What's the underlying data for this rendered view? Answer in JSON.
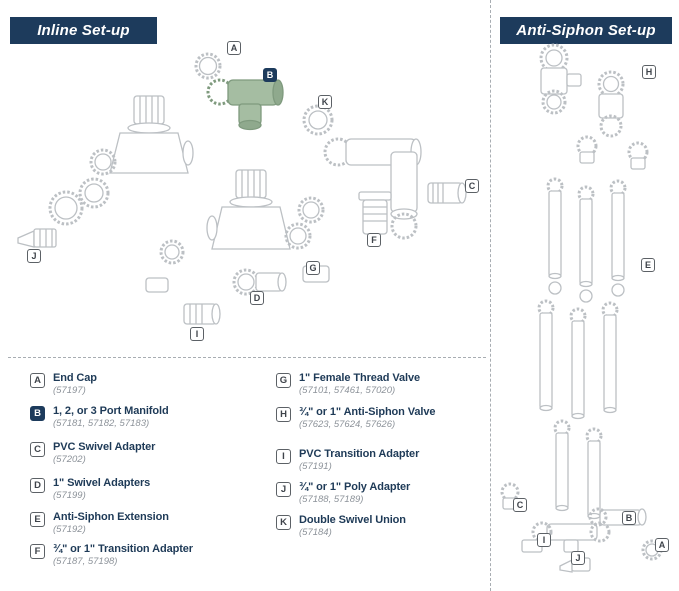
{
  "left": {
    "title": "Inline Set-up",
    "markers": {
      "a": "A",
      "b": "B",
      "k": "K",
      "c": "C",
      "f": "F",
      "j": "J",
      "g": "G",
      "d": "D",
      "i": "I"
    }
  },
  "right": {
    "title": "Anti-Siphon Set-up",
    "markers": {
      "h": "H",
      "e": "E",
      "c": "C",
      "b": "B",
      "i": "I",
      "j": "J",
      "a": "A"
    }
  },
  "legend": {
    "col1": [
      {
        "letter": "A",
        "name": "End Cap",
        "numbers": "(57197)",
        "highlight": false
      },
      {
        "letter": "B",
        "name": "1, 2, or 3 Port Manifold",
        "numbers": "(57181, 57182, 57183)",
        "highlight": true
      },
      {
        "letter": "C",
        "name": "PVC Swivel Adapter",
        "numbers": "(57202)",
        "highlight": false
      },
      {
        "letter": "D",
        "name": "1\" Swivel Adapters",
        "numbers": "(57199)",
        "highlight": false
      },
      {
        "letter": "E",
        "name": "Anti-Siphon Extension",
        "numbers": "(57192)",
        "highlight": false
      },
      {
        "letter": "F",
        "name": "¾\" or 1\" Transition Adapter",
        "numbers": "(57187, 57198)",
        "highlight": false
      }
    ],
    "col2": [
      {
        "letter": "G",
        "name": "1\" Female Thread Valve",
        "numbers": "(57101, 57461, 57020)",
        "highlight": false
      },
      {
        "letter": "H",
        "name": "¾\" or 1\" Anti-Siphon Valve",
        "numbers": "(57623, 57624, 57626)",
        "highlight": false
      },
      {
        "letter": "I",
        "name": "PVC Transition Adapter",
        "numbers": "(57191)",
        "highlight": false
      },
      {
        "letter": "J",
        "name": "¾\" or 1\" Poly Adapter",
        "numbers": "(57188, 57189)",
        "highlight": false
      },
      {
        "letter": "K",
        "name": "Double Swivel Union",
        "numbers": "(57184)",
        "highlight": false
      }
    ]
  },
  "colors": {
    "navy": "#1d3b5c",
    "line_art": "#bcc0c4",
    "highlight_green": "#a5bda2"
  }
}
